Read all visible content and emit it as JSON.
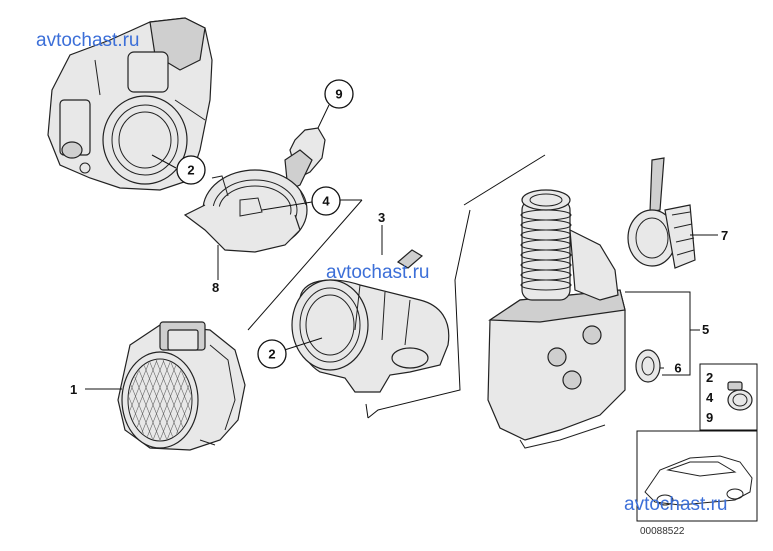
{
  "watermarks": [
    "avtochast.ru",
    "avtochast.ru",
    "avtochast.ru"
  ],
  "callouts": {
    "c2a": "2",
    "c9": "9",
    "c4": "4",
    "c2b": "2",
    "c6": "6"
  },
  "labels": {
    "l1": "1",
    "l3": "3",
    "l5": "5",
    "l7": "7",
    "l8": "8"
  },
  "kit_box": [
    "2",
    "4",
    "9"
  ],
  "reference_number": "00088522"
}
